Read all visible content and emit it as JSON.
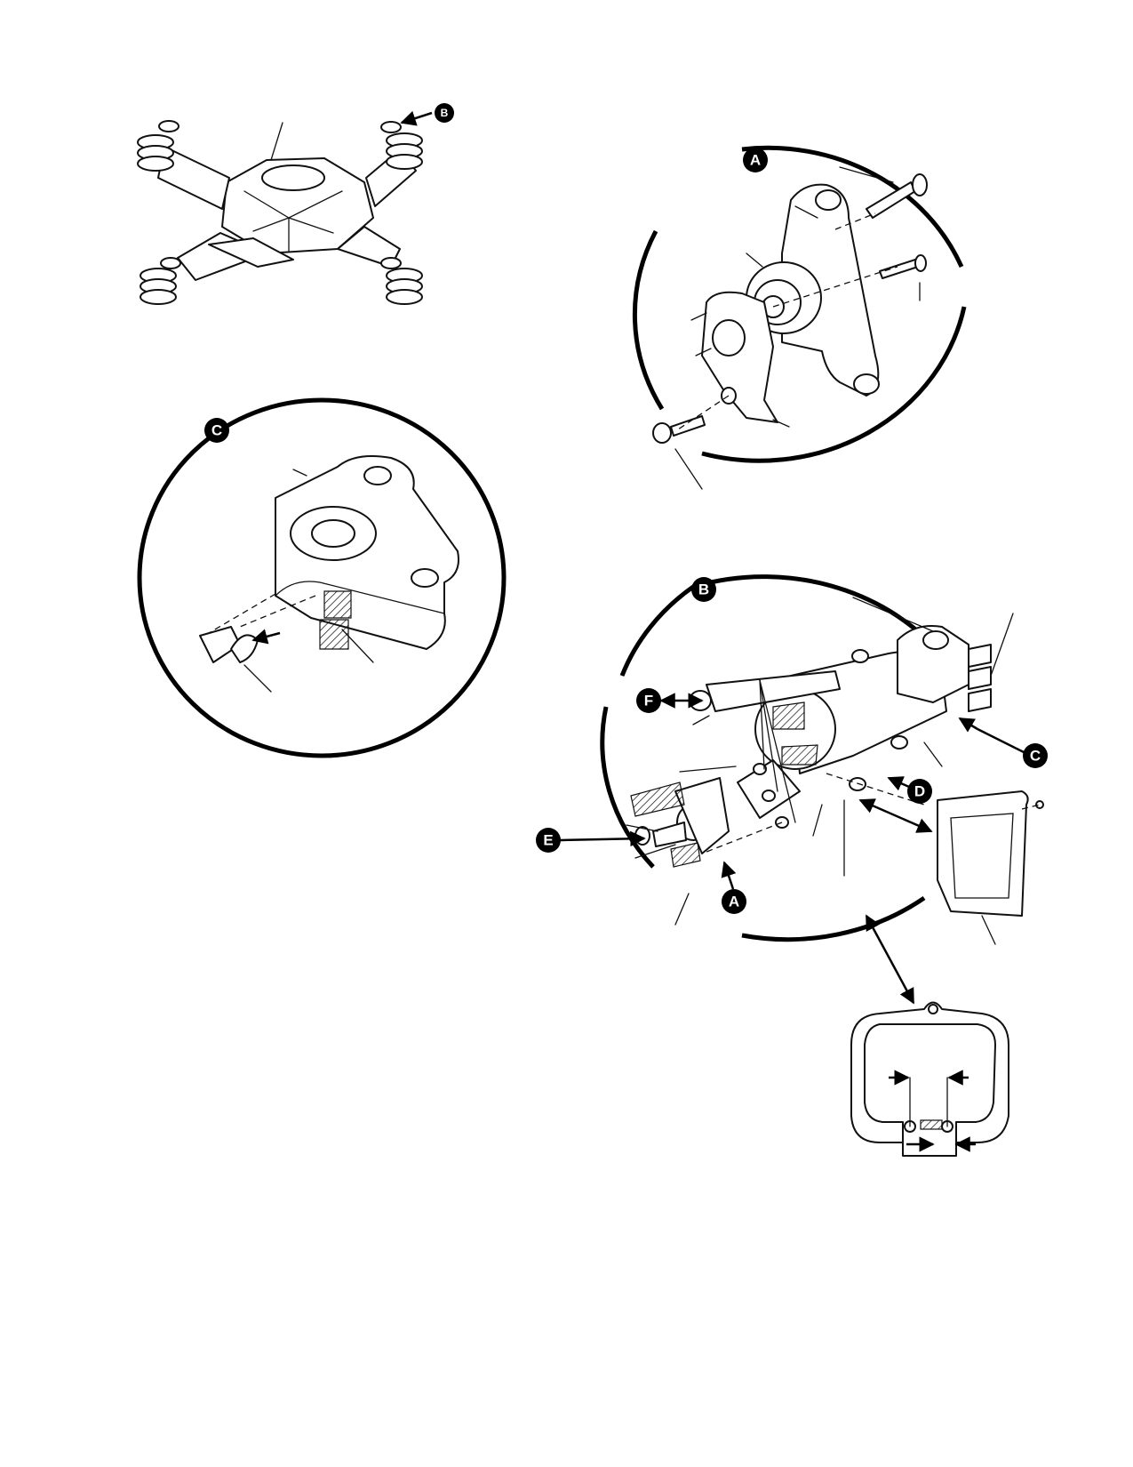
{
  "detail_callouts": {
    "a": "A",
    "b": "B",
    "c": "C",
    "d": "D",
    "e": "E",
    "f": "F"
  },
  "detail_views": [
    {
      "callout": "A",
      "subject": "hub-trunnion-bearing-assembly"
    },
    {
      "callout": "B",
      "subject": "yoke-arm-assembly"
    },
    {
      "callout": "C",
      "subject": "link-clevis-bracket"
    }
  ],
  "icons": [
    "detail-callout-badge",
    "leader-arrow"
  ],
  "colors": {
    "ink": "#111111",
    "badge": "#000000",
    "paper": "#ffffff"
  }
}
